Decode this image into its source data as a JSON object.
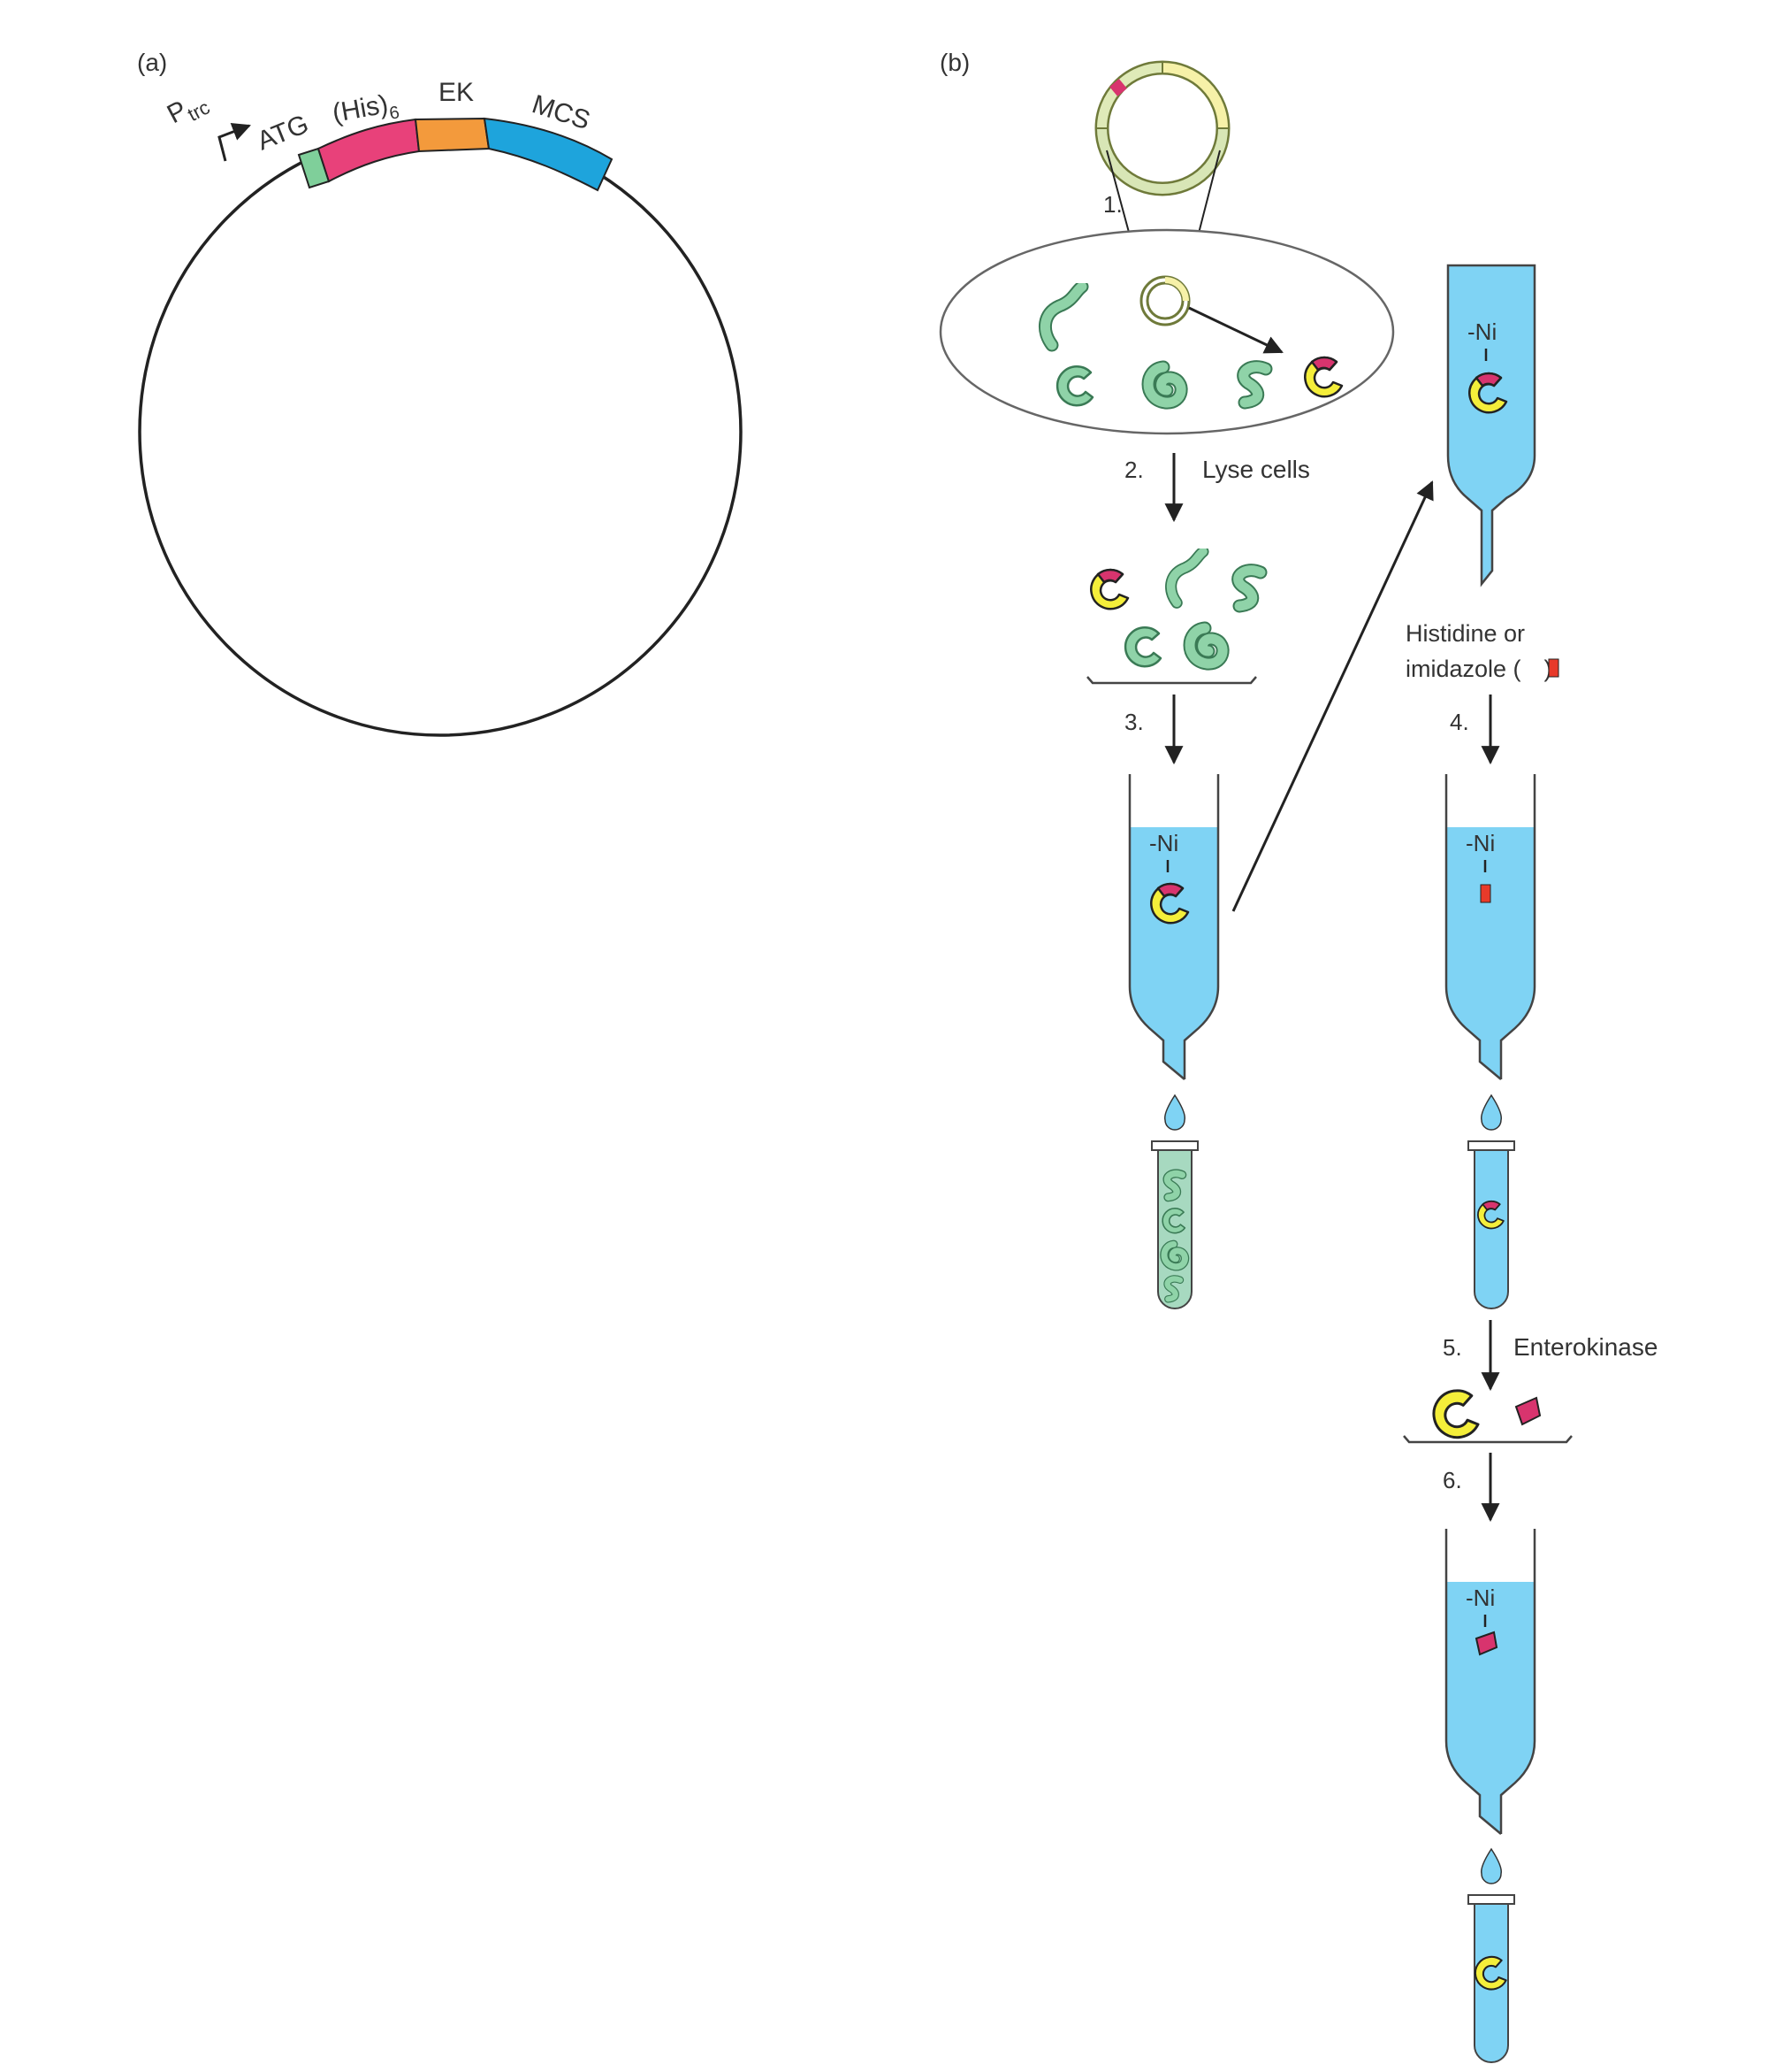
{
  "panel_a": {
    "label": "(a)",
    "promoter": {
      "main": "P",
      "sub": "trc"
    },
    "segments": {
      "atg": "ATG",
      "his": {
        "main": "(His)",
        "sub": "6"
      },
      "ek": "EK",
      "mcs": "MCS"
    }
  },
  "panel_b": {
    "label": "(b)",
    "steps": {
      "s1": "1.",
      "s2": "2.",
      "s2_text": "Lyse cells",
      "s3": "3.",
      "s4": "4.",
      "s4_text_line1": "Histidine or",
      "s4_text_line2": "imidazole (",
      "s4_text_close": ")",
      "s5": "5.",
      "s5_text": "Enterokinase",
      "s6": "6."
    },
    "nickel": "Ni"
  },
  "colors": {
    "atg": "#7fcf9a",
    "his": "#e8417a",
    "ek": "#f39a3c",
    "mcs": "#1ea4dc",
    "protein": "#f4ee3a",
    "cell_protein": "#8fd3a8",
    "column_liquid": "#7fd3f4",
    "tag": "#d8346e",
    "imidazole": "#e83a2a"
  }
}
